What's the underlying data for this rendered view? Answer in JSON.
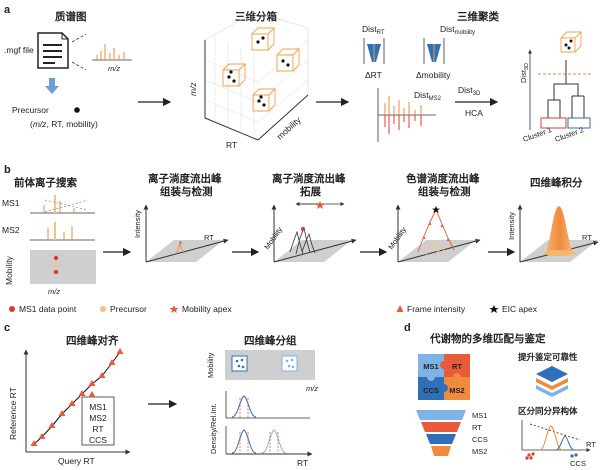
{
  "panel_a": {
    "letter": "a",
    "spectrum_title": "质谱图",
    "file_label": ".mgf file",
    "mz": "m/z",
    "precursor": "Precursor",
    "precursor_tuple_open": "(",
    "precursor_tuple_mz": "m/z",
    "precursor_tuple_rest": ", RT, mobility)",
    "binning_title": "三维分箱",
    "axis_mz": "m/z",
    "axis_rt": "RT",
    "axis_mobility": "mobility",
    "clustering_title": "三维聚类",
    "dist_rt_main": "Dist",
    "dist_rt_sub": "RT",
    "dist_mob_main": "Dist",
    "dist_mob_sub": "mobility",
    "delta_rt": "ΔRT",
    "delta_mobility": "Δmobility",
    "dist_ms2_main": "Dist",
    "dist_ms2_sub": "MS2",
    "dist_3d_main": "Dist",
    "dist_3d_sub": "3D",
    "hca": "HCA",
    "dend_axis_main": "Dist",
    "dend_axis_sub": "3D",
    "cluster1": "Cluster 1",
    "cluster2": "Cluster 2"
  },
  "panel_b": {
    "letter": "b",
    "precursor_search_title": "前体离子搜索",
    "ms1": "MS1",
    "ms2": "MS2",
    "mobility": "Mobility",
    "mz": "m/z",
    "mobilogram_title_1": "离子淌度流出峰",
    "mobilogram_title_2": "组装与检测",
    "extension_title_1": "离子淌度流出峰",
    "extension_title_2": "拓展",
    "chromatogram_title_1": "色谱淌度流出峰",
    "chromatogram_title_2": "组装与检测",
    "integration_title": "四维峰积分",
    "intensity": "Intensity",
    "rt": "RT",
    "legend": {
      "ms1_point": "MS1 data point",
      "precursor": "Precursor",
      "mobility_apex": "Mobility apex",
      "frame_intensity": "Frame intensity",
      "eic_apex": "EIC apex"
    }
  },
  "panel_c": {
    "letter": "c",
    "alignment_title": "四维峰对齐",
    "reference_rt": "Reference RT",
    "query_rt": "Query RT",
    "box_items": [
      "MS1",
      "MS2",
      "RT",
      "CCS"
    ],
    "grouping_title": "四维峰分组",
    "mobility": "Mobility",
    "mz": "m/z",
    "density_label": "Density/Rel.Int.",
    "rt": "RT"
  },
  "panel_d": {
    "letter": "d",
    "title": "代谢物的多维匹配与鉴定",
    "puzzle": [
      "MS1",
      "RT",
      "CCS",
      "MS2"
    ],
    "funnel": [
      "MS1",
      "RT",
      "CCS",
      "MS2"
    ],
    "reliability": "提升鉴定可靠性",
    "isomer": "区分同分异构体",
    "rt": "RT",
    "ccs": "CCS"
  },
  "colors": {
    "orange": "#f08a3c",
    "light_orange": "#f7c08a",
    "red": "#e03a2f",
    "blue": "#2f6fb8",
    "light_blue": "#7fb2e5",
    "gray": "#cfcfcf",
    "dark": "#222222"
  }
}
